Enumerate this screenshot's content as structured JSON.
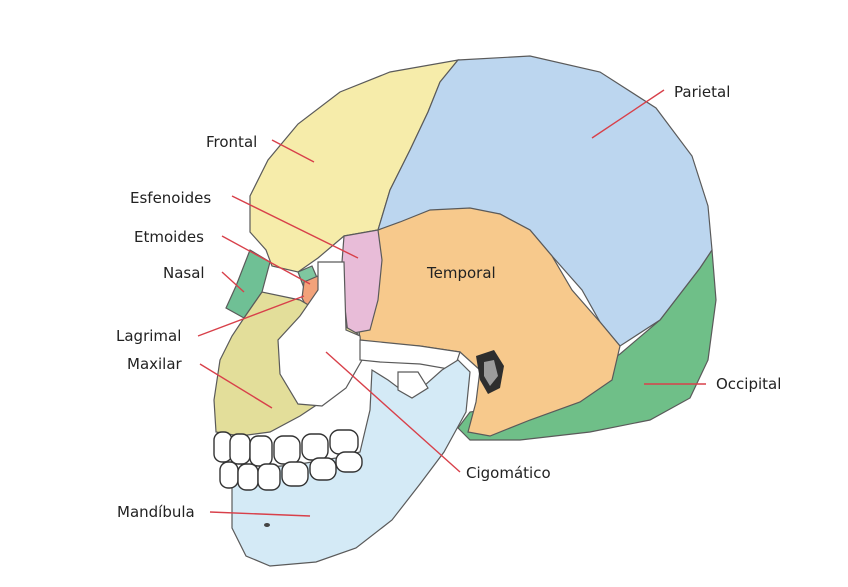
{
  "colors": {
    "frontal": "#f6ecaa",
    "parietal": "#bcd6ef",
    "temporal": "#f7c98c",
    "occipital": "#6fbf88",
    "sphenoid": "#e8bcd8",
    "ethmoid": "#7fc7a0",
    "nasal": "#6fc095",
    "lacrimal": "#f2a27a",
    "maxilla": "#e3de9a",
    "zygomatic": "#ffffff",
    "mandible": "#d4eaf6",
    "leader": "#d8404a"
  },
  "labels": {
    "parietal": "Parietal",
    "frontal": "Frontal",
    "sphenoid": "Esfenoides",
    "ethmoid": "Etmoides",
    "nasal": "Nasal",
    "temporal": "Temporal",
    "lacrimal": "Lagrimal",
    "maxilla": "Maxilar",
    "occipital": "Occipital",
    "zygomatic": "Cigomático",
    "mandible": "Mandíbula"
  }
}
